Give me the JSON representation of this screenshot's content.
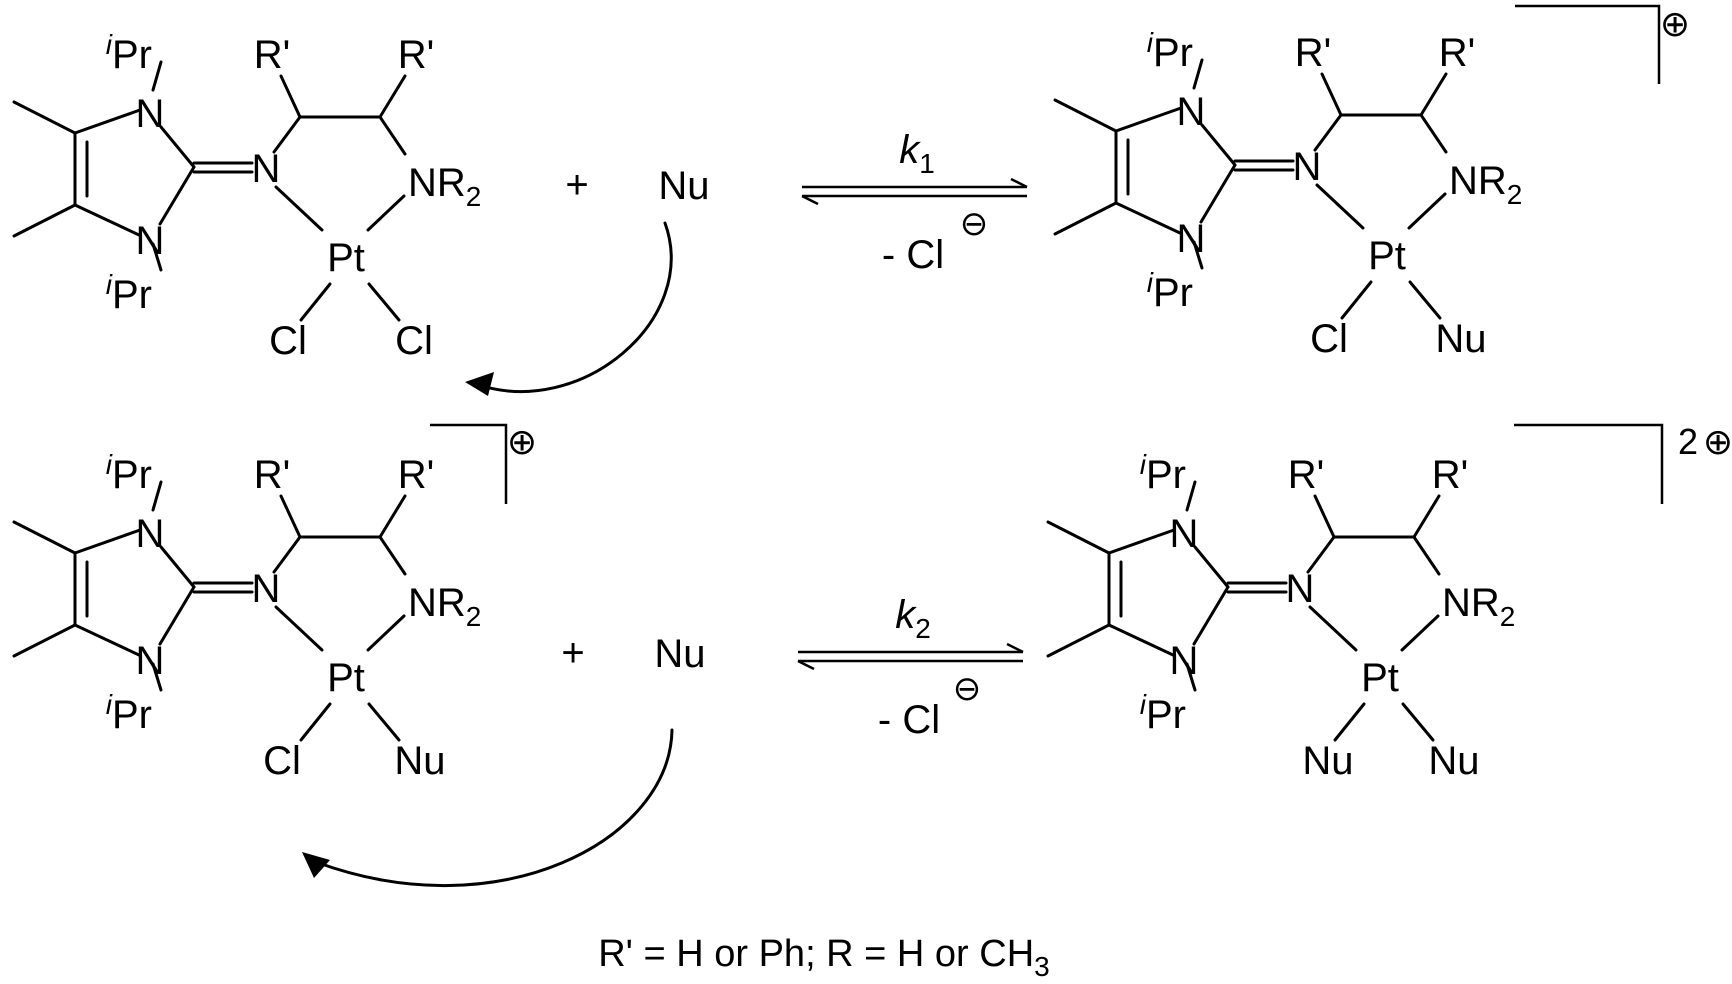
{
  "atoms": {
    "ipr_sup": "i",
    "ipr_tail": "Pr",
    "n": "N",
    "r_prime": "R'",
    "nr2_main": "NR",
    "nr2_sub": "2",
    "pt": "Pt",
    "cl": "Cl",
    "nu": "Nu"
  },
  "reaction_1": {
    "plus": "+",
    "reagent": "Nu",
    "k_letter": "k",
    "k_index": "1",
    "leaving": "- Cl",
    "product_charge": "⊕"
  },
  "reaction_2": {
    "plus": "+",
    "reagent": "Nu",
    "k_letter": "k",
    "k_index": "2",
    "leaving": "- Cl",
    "reactant_charge": "⊕",
    "product_charge_num": "2",
    "product_charge": "⊕"
  },
  "anion_charge": "⊖",
  "footnote": {
    "text": "R' = H or Ph; R = H or CH",
    "subscript": "3"
  }
}
